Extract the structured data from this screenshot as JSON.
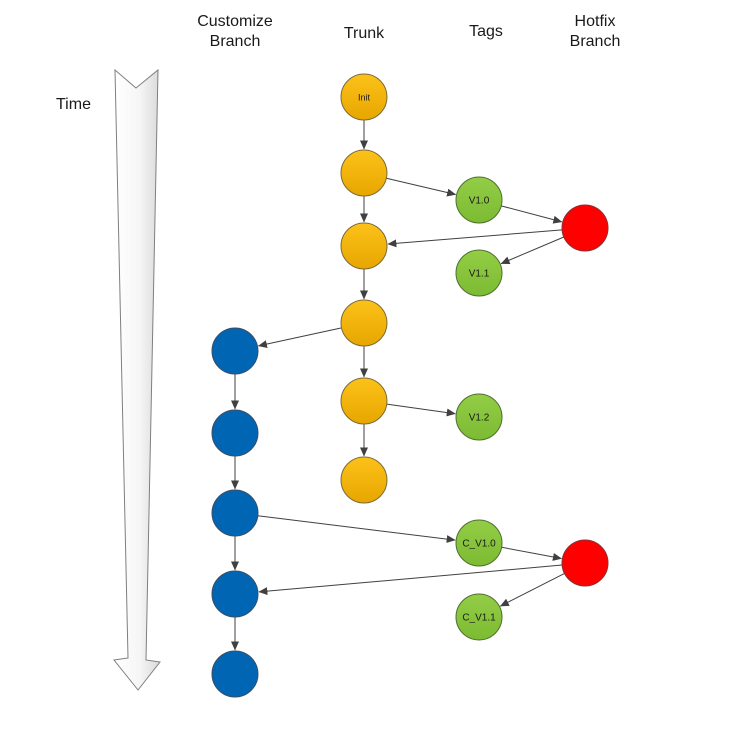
{
  "headers": {
    "customize": "Customize\nBranch",
    "trunk": "Trunk",
    "tags": "Tags",
    "hotfix": "Hotfix\nBranch"
  },
  "time_label": "Time",
  "colors": {
    "trunk": "#f2b100",
    "tag": "#8cc63f",
    "hotfix": "#ff0000",
    "customize": "#0066b3",
    "edge": "#404040"
  },
  "nodes": {
    "trunk_init": {
      "label": "Init",
      "type": "trunk"
    },
    "trunk_2": {
      "label": "",
      "type": "trunk"
    },
    "trunk_3": {
      "label": "",
      "type": "trunk"
    },
    "trunk_4": {
      "label": "",
      "type": "trunk"
    },
    "trunk_5": {
      "label": "",
      "type": "trunk"
    },
    "trunk_6": {
      "label": "",
      "type": "trunk"
    },
    "tag_v10": {
      "label": "V1.0",
      "type": "tag"
    },
    "tag_v11": {
      "label": "V1.1",
      "type": "tag"
    },
    "tag_v12": {
      "label": "V1.2",
      "type": "tag"
    },
    "hotfix_1": {
      "label": "",
      "type": "hotfix"
    },
    "cust_1": {
      "label": "",
      "type": "customize"
    },
    "cust_2": {
      "label": "",
      "type": "customize"
    },
    "cust_3": {
      "label": "",
      "type": "customize"
    },
    "cust_4": {
      "label": "",
      "type": "customize"
    },
    "cust_5": {
      "label": "",
      "type": "customize"
    },
    "tag_cv10": {
      "label": "C_V1.0",
      "type": "tag"
    },
    "tag_cv11": {
      "label": "C_V1.1",
      "type": "tag"
    },
    "hotfix_2": {
      "label": "",
      "type": "hotfix"
    }
  },
  "edges": [
    [
      "trunk_init",
      "trunk_2"
    ],
    [
      "trunk_2",
      "trunk_3"
    ],
    [
      "trunk_3",
      "trunk_4"
    ],
    [
      "trunk_4",
      "trunk_5"
    ],
    [
      "trunk_5",
      "trunk_6"
    ],
    [
      "trunk_2",
      "tag_v10"
    ],
    [
      "tag_v10",
      "hotfix_1"
    ],
    [
      "hotfix_1",
      "trunk_3"
    ],
    [
      "hotfix_1",
      "tag_v11"
    ],
    [
      "trunk_5",
      "tag_v12"
    ],
    [
      "trunk_4",
      "cust_1"
    ],
    [
      "cust_1",
      "cust_2"
    ],
    [
      "cust_2",
      "cust_3"
    ],
    [
      "cust_3",
      "cust_4"
    ],
    [
      "cust_4",
      "cust_5"
    ],
    [
      "cust_3",
      "tag_cv10"
    ],
    [
      "tag_cv10",
      "hotfix_2"
    ],
    [
      "hotfix_2",
      "cust_4"
    ],
    [
      "hotfix_2",
      "tag_cv11"
    ]
  ]
}
